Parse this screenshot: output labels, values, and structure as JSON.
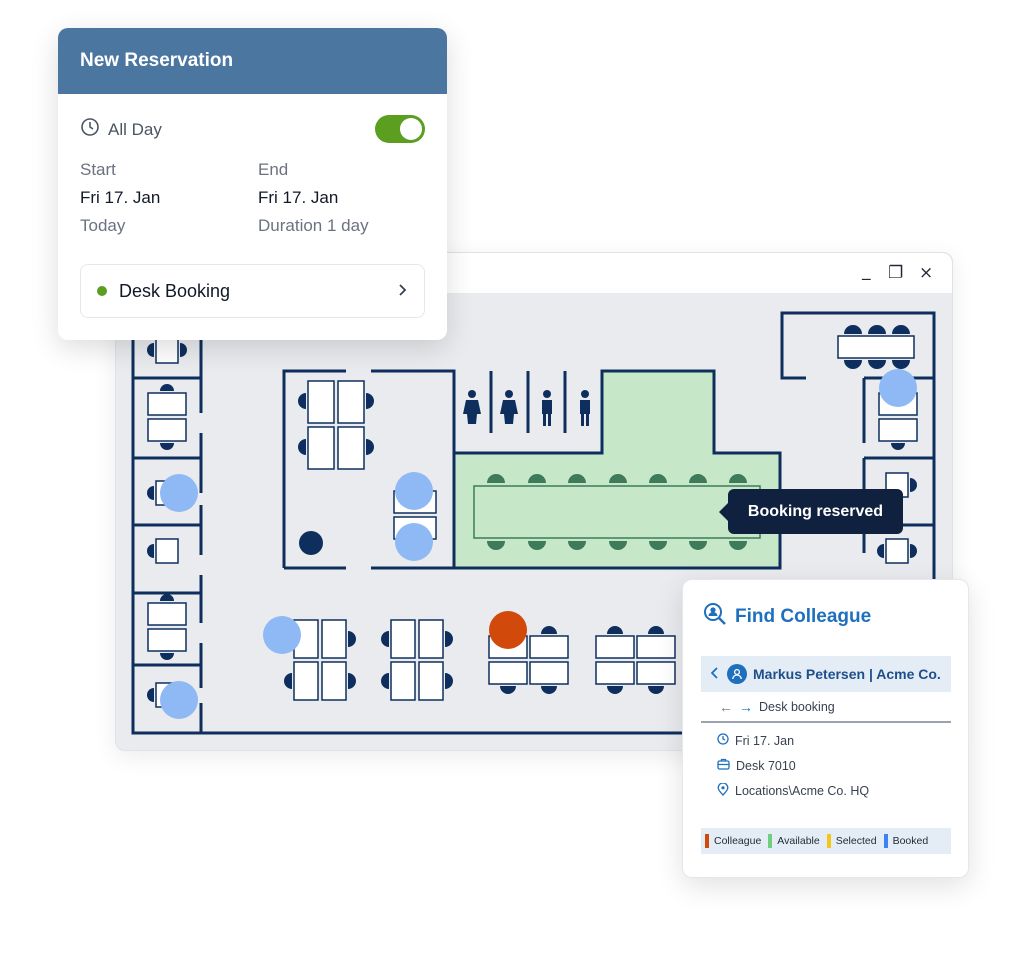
{
  "reservation": {
    "title": "New Reservation",
    "all_day_label": "All Day",
    "all_day_on": true,
    "start_label": "Start",
    "start_date": "Fri 17. Jan",
    "start_note": "Today",
    "end_label": "End",
    "end_date": "Fri 17. Jan",
    "end_note": "Duration 1 day",
    "booking_type": "Desk Booking",
    "colors": {
      "header": "#4a76a0",
      "toggle": "#5b9e20"
    }
  },
  "window": {
    "minimize": "_",
    "restore": "❐",
    "close": "×"
  },
  "floorplan": {
    "tooltip": "Booking reserved",
    "colors": {
      "wall": "#0e2f5e",
      "available_room": "#c6e8c8",
      "booked_marker": "#8fb9f4",
      "colleague_marker": "#d14a0c"
    }
  },
  "find_colleague": {
    "title": "Find Colleague",
    "user": "Markus Petersen | Acme Co.",
    "booking_type": "Desk booking",
    "date": "Fri 17. Jan",
    "desk": "Desk 7010",
    "location": "Locations\\Acme Co. HQ",
    "legend": [
      {
        "label": "Colleague",
        "color": "#d14a0c"
      },
      {
        "label": "Available",
        "color": "#6fcf7f"
      },
      {
        "label": "Selected",
        "color": "#f5c518"
      },
      {
        "label": "Booked",
        "color": "#3b82f6"
      }
    ]
  }
}
